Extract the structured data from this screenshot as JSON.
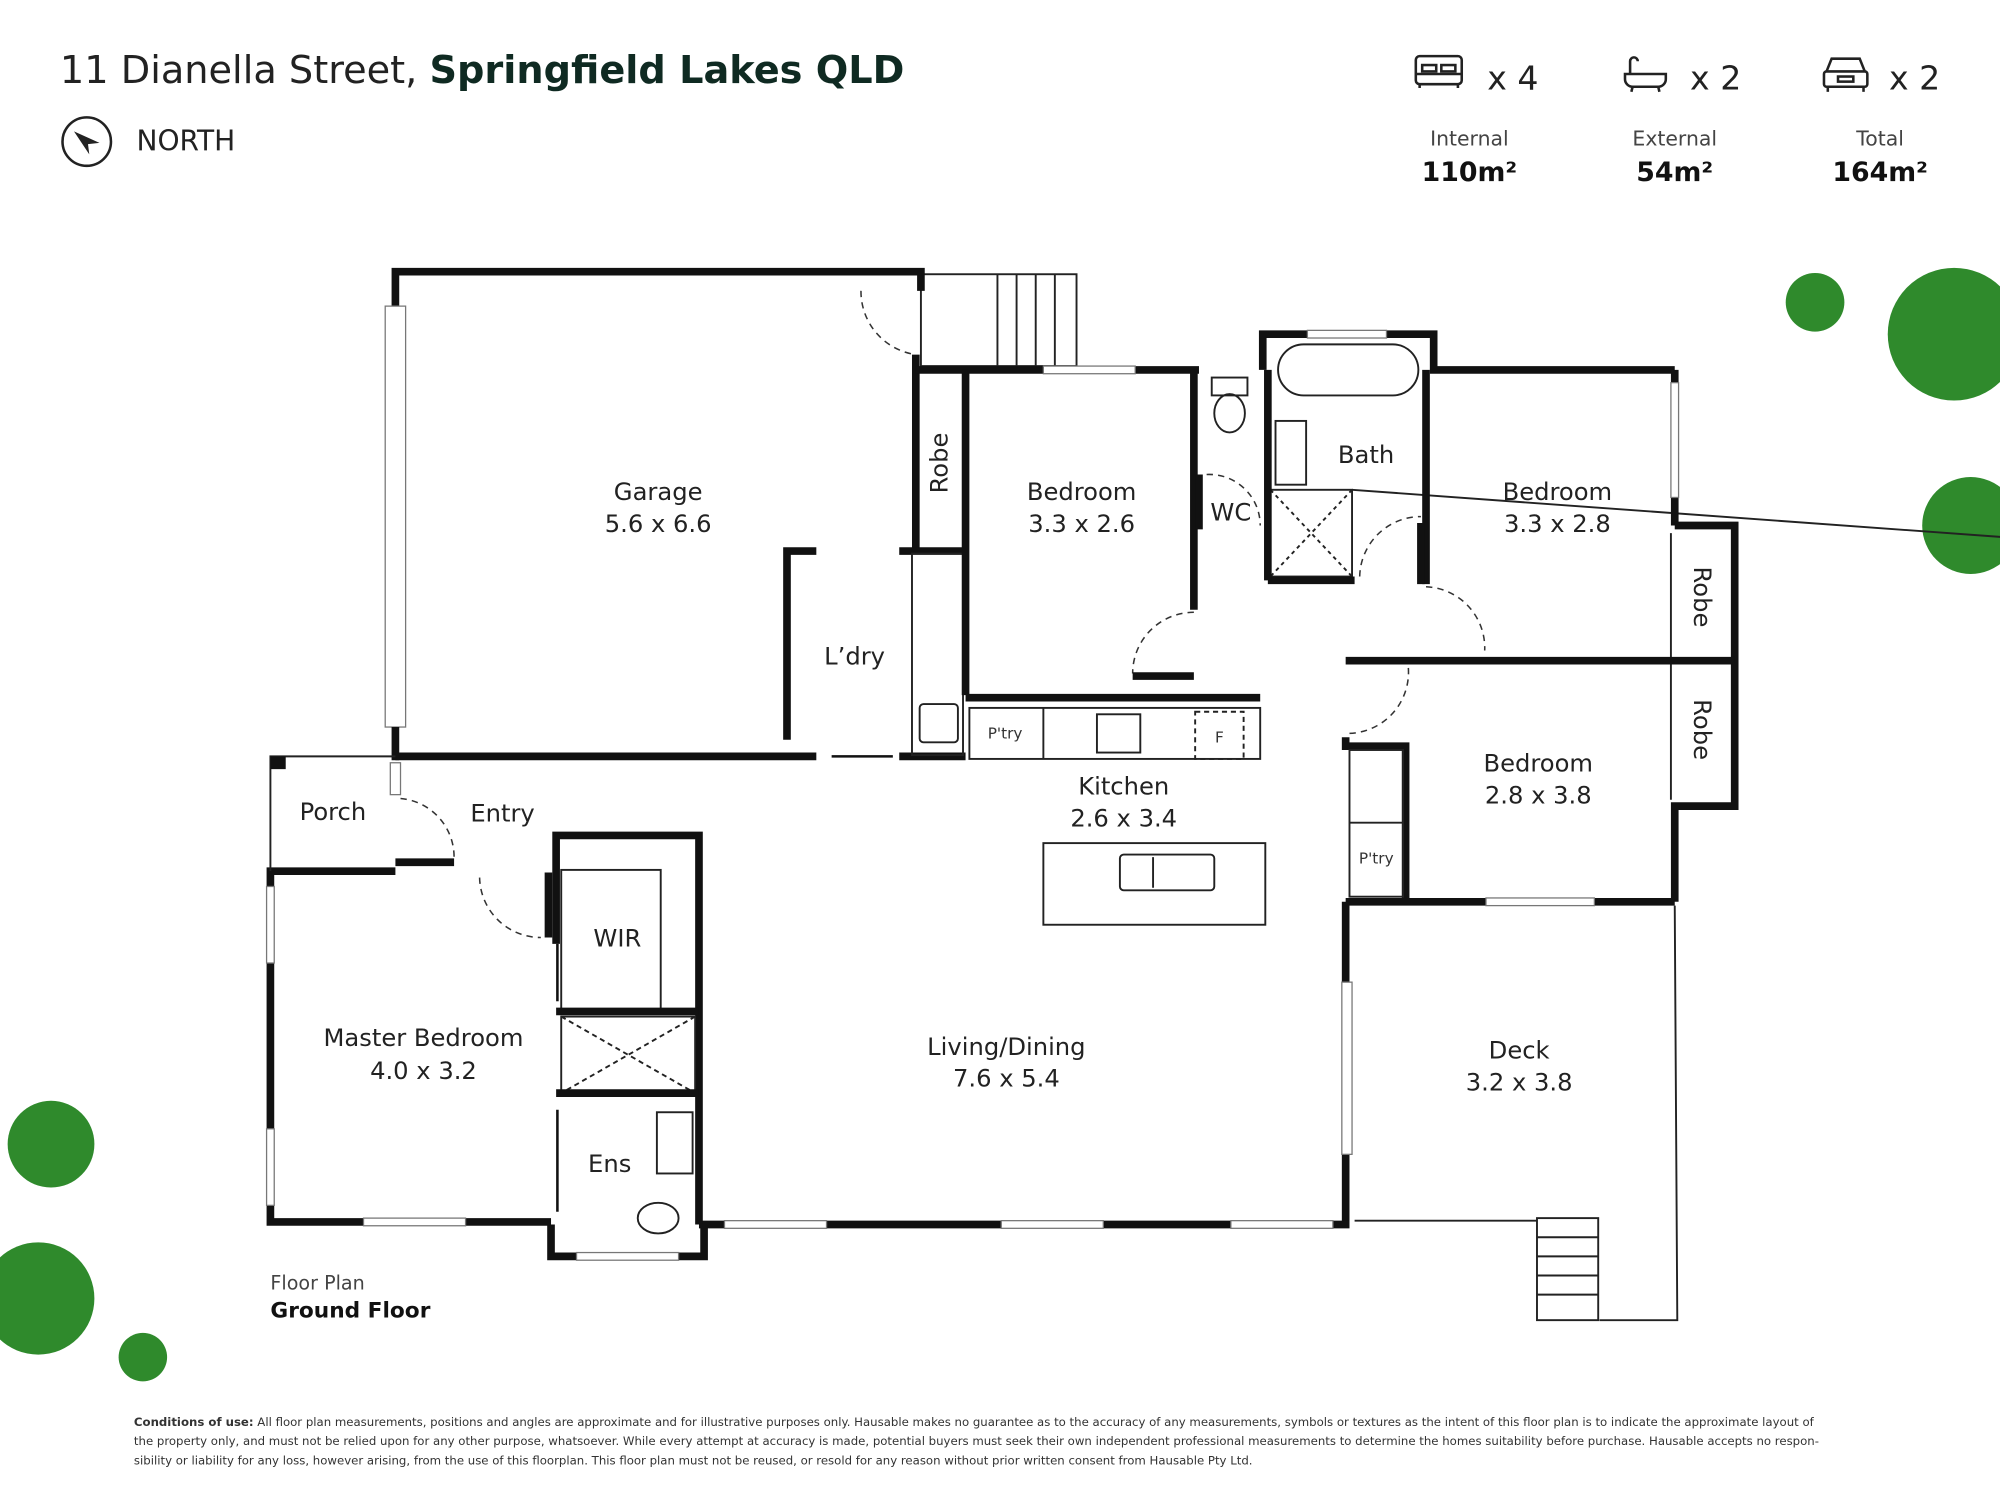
{
  "header": {
    "street": "11 Dianella Street,",
    "suburb": "Springfield Lakes QLD",
    "north_label": "NORTH"
  },
  "features": [
    {
      "icon": "bed-icon",
      "count": "x 4"
    },
    {
      "icon": "bath-icon",
      "count": "x 2"
    },
    {
      "icon": "car-icon",
      "count": "x 2"
    }
  ],
  "areas": [
    {
      "label": "Internal",
      "value": "110m²"
    },
    {
      "label": "External",
      "value": "54m²"
    },
    {
      "label": "Total",
      "value": "164m²"
    }
  ],
  "rooms": {
    "garage": {
      "name": "Garage",
      "size": "5.6 x 6.6"
    },
    "bedroom1": {
      "name": "Bedroom",
      "size": "3.3 x 2.6"
    },
    "bedroom2": {
      "name": "Bedroom",
      "size": "3.3 x 2.8"
    },
    "bedroom3": {
      "name": "Bedroom",
      "size": "2.8 x 3.8"
    },
    "kitchen": {
      "name": "Kitchen",
      "size": "2.6 x 3.4"
    },
    "living": {
      "name": "Living/Dining",
      "size": "7.6 x 5.4"
    },
    "master": {
      "name": "Master Bedroom",
      "size": "4.0 x 3.2"
    },
    "deck": {
      "name": "Deck",
      "size": "3.2 x 3.8"
    },
    "laundry": "L’dry",
    "bath": "Bath",
    "wc": "WC",
    "robe": "Robe",
    "pantry": "P'try",
    "fridge": "F",
    "porch": "Porch",
    "entry": "Entry",
    "wir": "WIR",
    "ens": "Ens"
  },
  "floor": {
    "label": "Floor Plan",
    "name": "Ground Floor"
  },
  "disclaimer": {
    "heading": "Conditions of use:",
    "line1": "All floor plan measurements, positions and angles are approximate and for illustrative purposes only. Hausable makes no guarantee as to the accuracy of any measurements, symbols or textures as the intent of this floor plan is to indicate the approximate layout of",
    "line2": "the property only, and must not be relied upon for any other purpose, whatsoever. While every attempt at accuracy is made, potential buyers must seek their own independent professional measurements to determine the homes suitability before purchase. Hausable accepts no respon-",
    "line3": "sibility or liability for any loss, however arising, from the use of this floorplan. This floor plan must not be reused, or resold for any reason without prior written consent from Hausable Pty Ltd."
  }
}
